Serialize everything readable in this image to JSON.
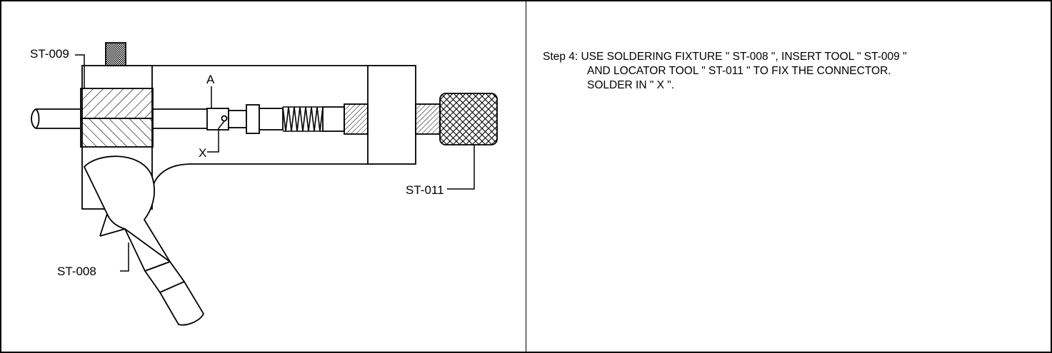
{
  "diagram": {
    "labels": {
      "st009": "ST-009",
      "st008": "ST-008",
      "st011": "ST-011",
      "a": "A",
      "x": "X"
    }
  },
  "instructions": {
    "step_prefix": "Step 4:",
    "line1": "USE SOLDERING FIXTURE \" ST-008 \", INSERT TOOL \" ST-009 \"",
    "line2": "AND LOCATOR TOOL \" ST-011 \" TO FIX THE CONNECTOR.",
    "line3": "SOLDER IN \" X \"."
  }
}
